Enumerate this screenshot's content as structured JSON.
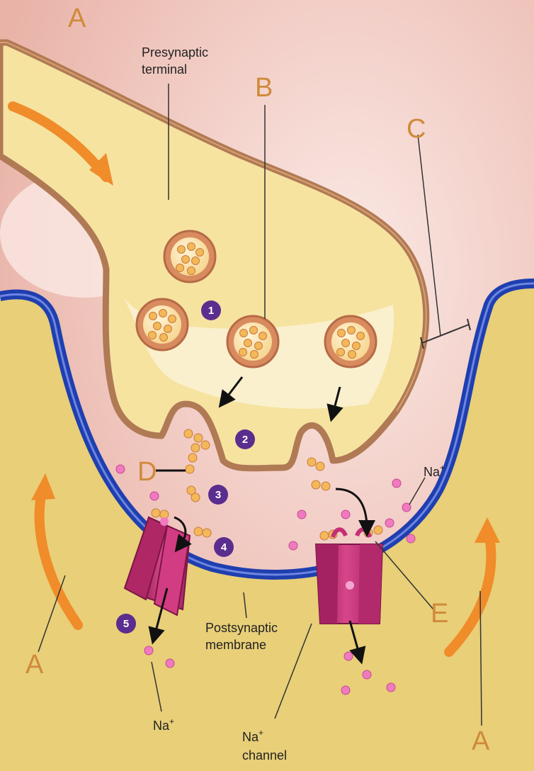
{
  "labels": {
    "presynaptic_line1": "Presynaptic",
    "presynaptic_line2": "terminal",
    "postsynaptic_line1": "Postsynaptic",
    "postsynaptic_line2": "membrane",
    "na_ion_top": "Na",
    "na_ion_left": "Na",
    "na_channel_line1": "Na",
    "na_channel_line2": "channel",
    "superscript_plus": "+"
  },
  "letters": {
    "a_top": "A",
    "b": "B",
    "c": "C",
    "d": "D",
    "e": "E",
    "a_left": "A",
    "a_right": "A"
  },
  "steps": [
    "1",
    "2",
    "3",
    "4",
    "5"
  ],
  "colors": {
    "letter": "#d08a3a",
    "step_badge": "#5b2d8e",
    "membrane_blue": "#1f3fb0",
    "axon_fill": "#f6e3a0",
    "terminal_outline": "#b07a55",
    "cleft": "#f1c9c0",
    "postsynaptic_cell": "#e8cf78",
    "channel": "#c22f74",
    "na_ion": "#f07ac0",
    "arrow_orange": "#f08c2a"
  }
}
